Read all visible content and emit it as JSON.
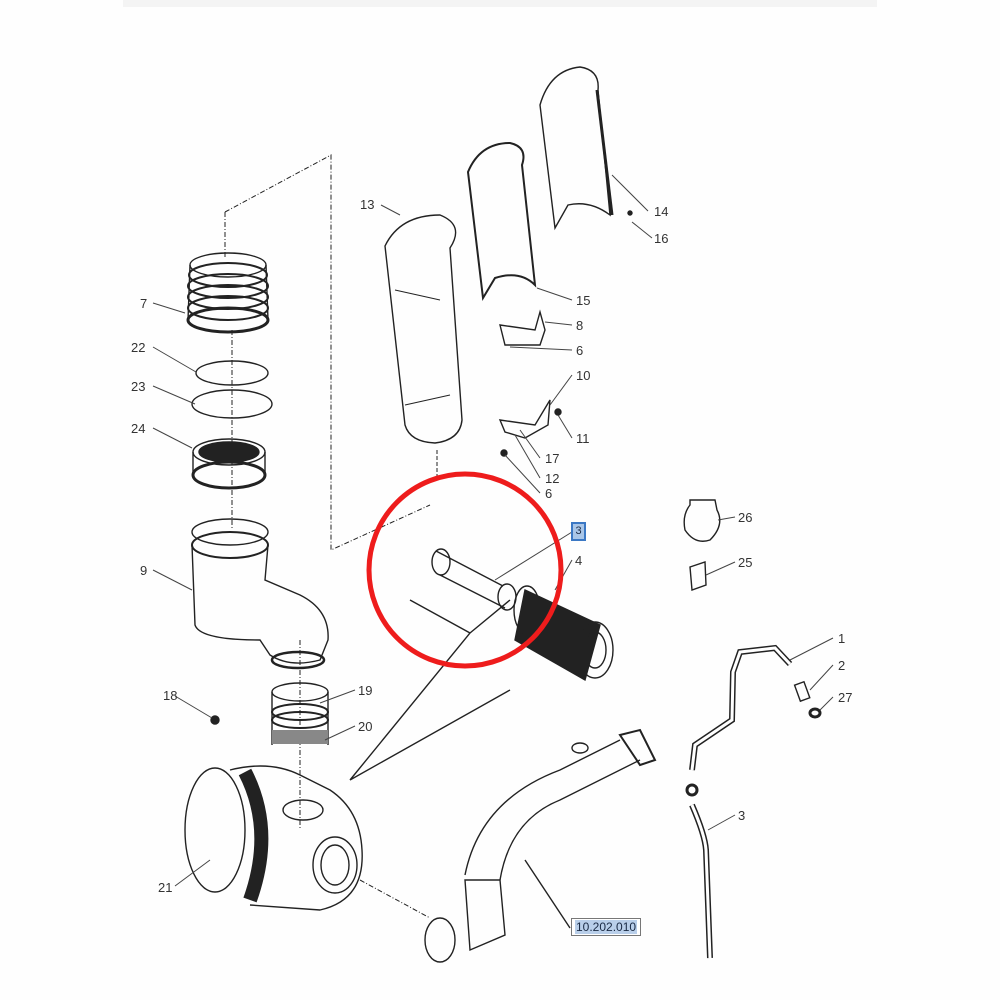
{
  "page": {
    "type": "exploded-parts-diagram",
    "subject": "Air intake / air cleaner assembly"
  },
  "labels": {
    "l1": "1",
    "l2": "2",
    "l3": "3",
    "l4": "4",
    "l6a": "6",
    "l6b": "6",
    "l7": "7",
    "l8": "8",
    "l9": "9",
    "l10": "10",
    "l11": "11",
    "l12": "12",
    "l13": "13",
    "l14": "14",
    "l15": "15",
    "l16": "16",
    "l17": "17",
    "l18": "18",
    "l19": "19",
    "l20": "20",
    "l21": "21",
    "l22": "22",
    "l23": "23",
    "l24": "24",
    "l25": "25",
    "l26": "26",
    "l27": "27"
  },
  "selected_callout": {
    "label": "3",
    "highlight_color": "#3b78c4"
  },
  "reference_link": {
    "label": "10.202.010"
  },
  "highlight_circle": {
    "color": "#ee1c1c",
    "target": "safety filter element (part 3)"
  }
}
